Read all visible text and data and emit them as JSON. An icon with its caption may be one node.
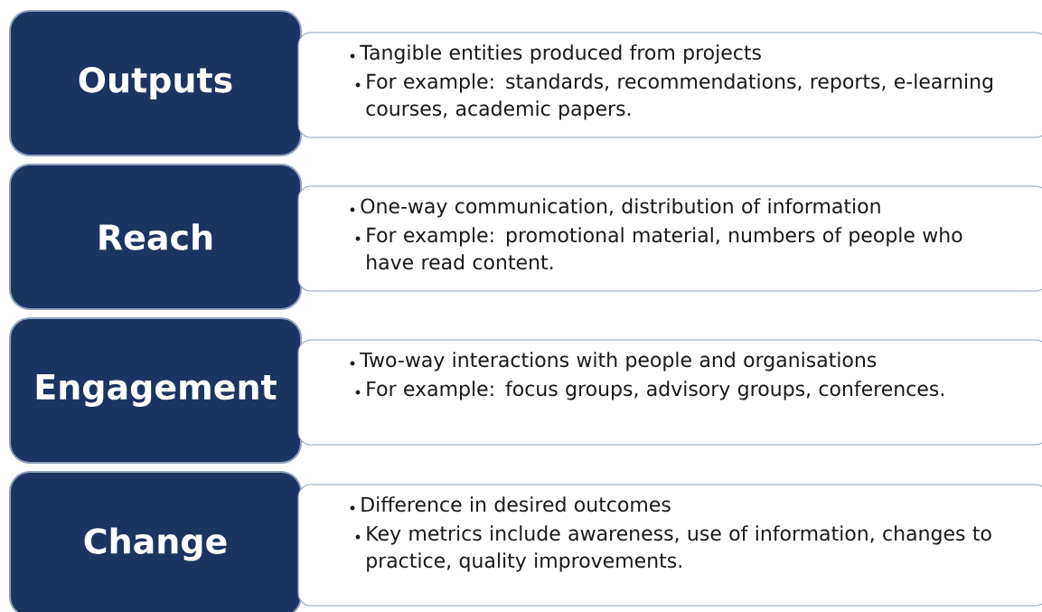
{
  "diagram": {
    "nodes": [
      {
        "text": [
          "Outputs"
        ]
      },
      {
        "text": [
          "Tangible entities produced from projects",
          "For example: standards, recommendations, reports, e-learning courses, academic papers."
        ]
      },
      {
        "text": [
          "Reach"
        ]
      },
      {
        "text": [
          "One-way communication, distribution of information",
          "For example: promotional material, numbers of people who have read content."
        ]
      },
      {
        "text": [
          "Engagement"
        ]
      },
      {
        "text": [
          "Two-way interactions with people and organisations",
          "For example: focus groups, advisory groups, conferences."
        ]
      },
      {
        "text": [
          "Change"
        ]
      },
      {
        "text": [
          "Difference in desired outcomes",
          "Key metrics include awareness, use of information, changes to practice, quality improvements."
        ]
      }
    ]
  }
}
